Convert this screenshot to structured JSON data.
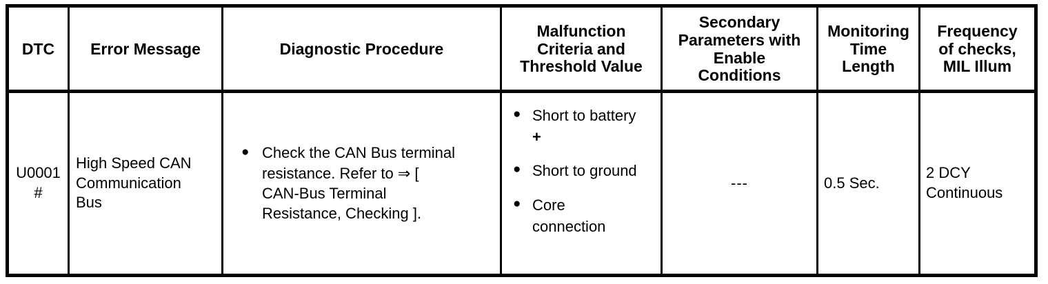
{
  "table": {
    "columns": [
      {
        "key": "dtc",
        "header_lines": [
          "DTC"
        ]
      },
      {
        "key": "error",
        "header_lines": [
          "Error Message"
        ]
      },
      {
        "key": "diag",
        "header_lines": [
          "Diagnostic Procedure"
        ]
      },
      {
        "key": "malf",
        "header_lines": [
          "Malfunction",
          "Criteria and",
          "Threshold Value"
        ]
      },
      {
        "key": "sec",
        "header_lines": [
          "Secondary",
          "Parameters with",
          "Enable",
          "Conditions"
        ]
      },
      {
        "key": "mon",
        "header_lines": [
          "Monitoring",
          "Time",
          "Length"
        ]
      },
      {
        "key": "freq",
        "header_lines": [
          "Frequency",
          "of checks,",
          "MIL Illum"
        ]
      }
    ],
    "rows": [
      {
        "dtc_lines": [
          "U0001",
          "#"
        ],
        "error_lines": [
          "High Speed CAN",
          "Communication",
          "Bus"
        ],
        "diagnostic_bullets": [
          {
            "marker": "●",
            "lines": [
              "Check the CAN Bus terminal",
              "resistance. Refer to ⇒ [",
              "CAN-Bus Terminal",
              "Resistance, Checking ]."
            ]
          }
        ],
        "malfunction_bullets": [
          {
            "marker": "●",
            "lines": [
              "Short to battery"
            ],
            "extra_bold_lines": [
              "+"
            ]
          },
          {
            "marker": "●",
            "lines": [
              "Short to ground"
            ],
            "extra_bold_lines": []
          },
          {
            "marker": "●",
            "lines": [
              "Core",
              "connection"
            ],
            "extra_bold_lines": []
          }
        ],
        "secondary_parameters": "---",
        "monitoring_time_lines": [
          "0.5 Sec."
        ],
        "frequency_lines": [
          "2 DCY",
          "Continuous"
        ]
      }
    ]
  },
  "colors": {
    "border": "#000000",
    "text": "#000000",
    "background": "#ffffff"
  }
}
